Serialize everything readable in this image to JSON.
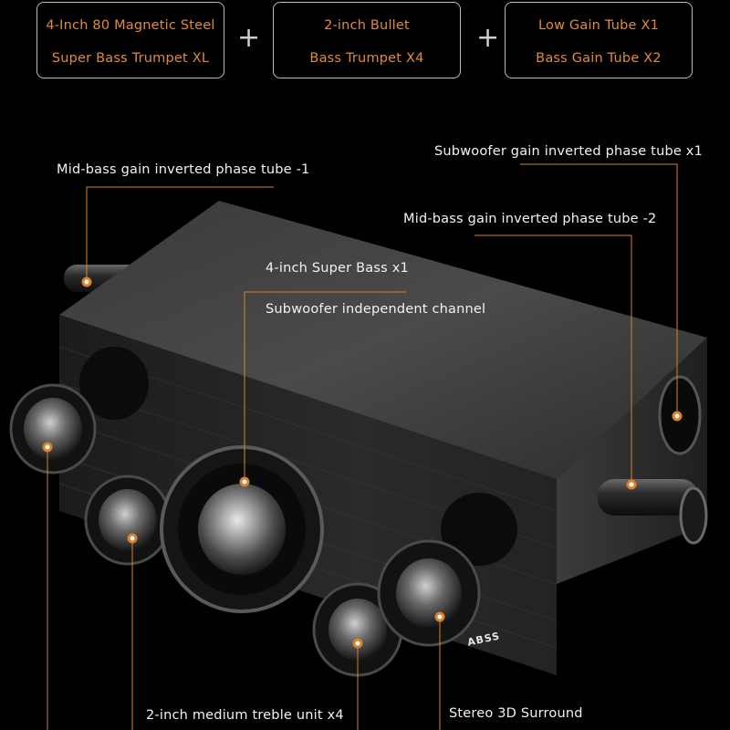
{
  "spec_boxes": [
    {
      "line1": "4-Inch 80 Magnetic Steel",
      "line2": "Super Bass Trumpet XL"
    },
    {
      "line1": "2-inch Bullet",
      "line2": "Bass Trumpet X4"
    },
    {
      "line1": "Low Gain Tube X1",
      "line2": "Bass Gain Tube X2"
    }
  ],
  "plus_sign": "+",
  "callouts": {
    "midbass_tube_1": "Mid-bass gain inverted phase tube -1",
    "subwoofer_tube": "Subwoofer gain inverted phase tube x1",
    "midbass_tube_2": "Mid-bass gain inverted phase tube -2",
    "super_bass": "4-inch Super Bass x1",
    "subwoofer_channel": "Subwoofer independent channel",
    "treble_units": "2-inch medium treble unit x4",
    "stereo_surround": "Stereo 3D Surround"
  },
  "brand_badge": "ABSS",
  "colors": {
    "background": "#000000",
    "accent_orange": "#e08a3c",
    "callout_line": "#d9822b",
    "wood": "#2b2b2b"
  }
}
